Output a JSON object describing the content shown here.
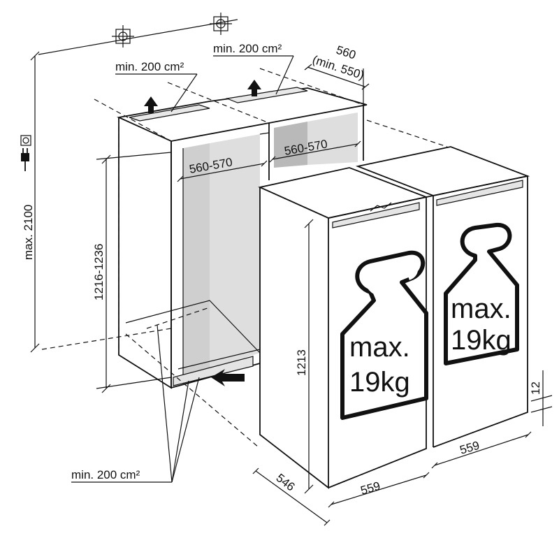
{
  "labels": {
    "vent_top_left": "min. 200 cm²",
    "vent_top_right": "min. 200 cm²",
    "vent_bottom": "min. 200 cm²",
    "niche_height_max": "max. 2100",
    "niche_depth": "560",
    "niche_depth_min": "(min. 550)",
    "niche_width_left": "560-570",
    "niche_width_right": "560-570",
    "niche_height": "1216-1236",
    "appliance_height": "1213",
    "appliance_depth": "546",
    "appliance_width_front": "559",
    "appliance_width_right": "559",
    "plinth_offset": "12"
  },
  "weight_badges": [
    {
      "line1": "max.",
      "line2": "19kg"
    },
    {
      "line1": "max.",
      "line2": "19kg"
    }
  ],
  "icons": [
    "power-plug-icon",
    "socket-icon",
    "target-marker-icon",
    "airflow-arrow-icon"
  ]
}
